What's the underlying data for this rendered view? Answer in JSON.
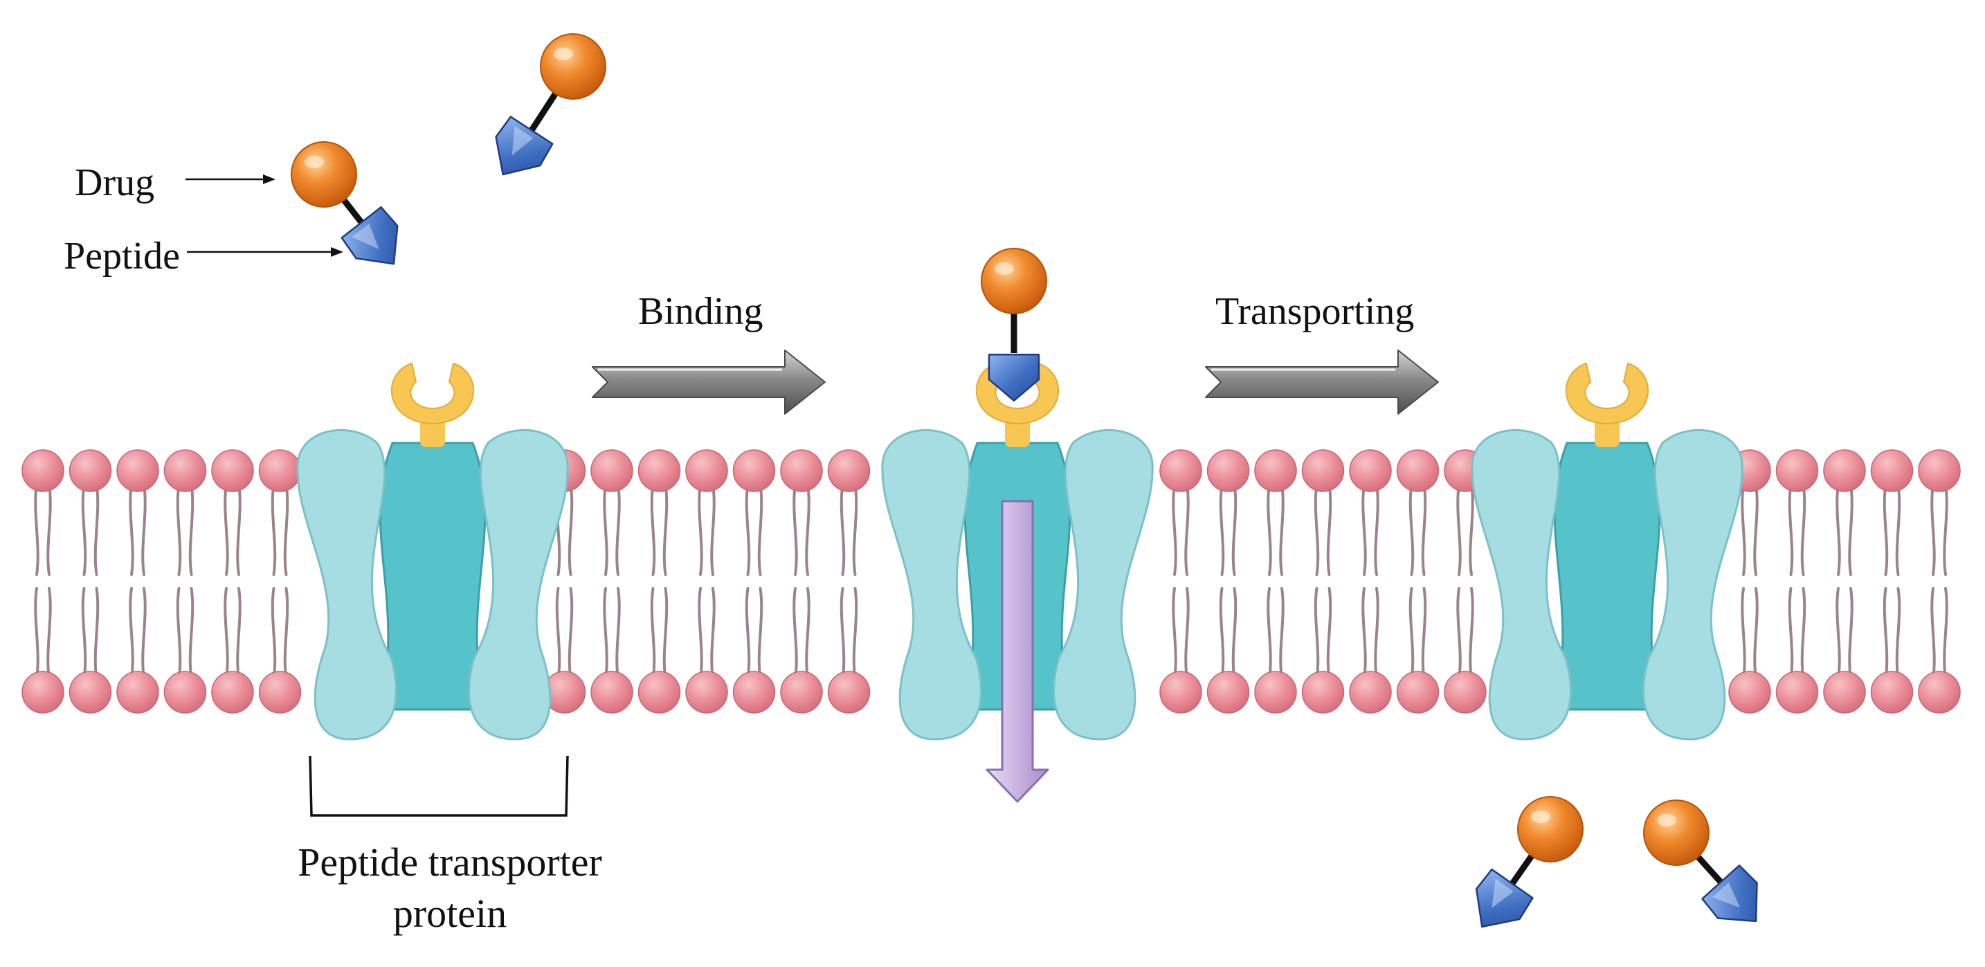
{
  "labels": {
    "drug": "Drug",
    "peptide": "Peptide",
    "binding": "Binding",
    "transporting": "Transporting",
    "transporter_line1": "Peptide transporter",
    "transporter_line2": "protein"
  },
  "colors": {
    "background": "#ffffff",
    "lipid_head": "#e8828f",
    "lipid_head_highlight": "#f7c3c8",
    "lipid_tail": "#9a8488",
    "protein_outer": "#a6dde3",
    "protein_outer_stroke": "#7cc0c7",
    "protein_core": "#56c3cb",
    "protein_core_stroke": "#3a9fa8",
    "receptor": "#f8c653",
    "drug_sphere": "#e8741a",
    "drug_sphere_highlight": "#ffd39a",
    "peptide": "#3f6fc2",
    "peptide_highlight": "#8fb3ee",
    "linker": "#111111",
    "process_arrow": "#7d7d7d",
    "transport_arrow": "#c9b3e0",
    "transport_arrow_stroke": "#8a6fb0"
  },
  "icons": {
    "drug": "orange-sphere",
    "peptide": "blue-pentagon-gem",
    "receptor": "yellow-crescent-binding-site",
    "process_arrow": "gray-3d-block-arrow",
    "transport_arrow": "purple-downward-arrow"
  }
}
